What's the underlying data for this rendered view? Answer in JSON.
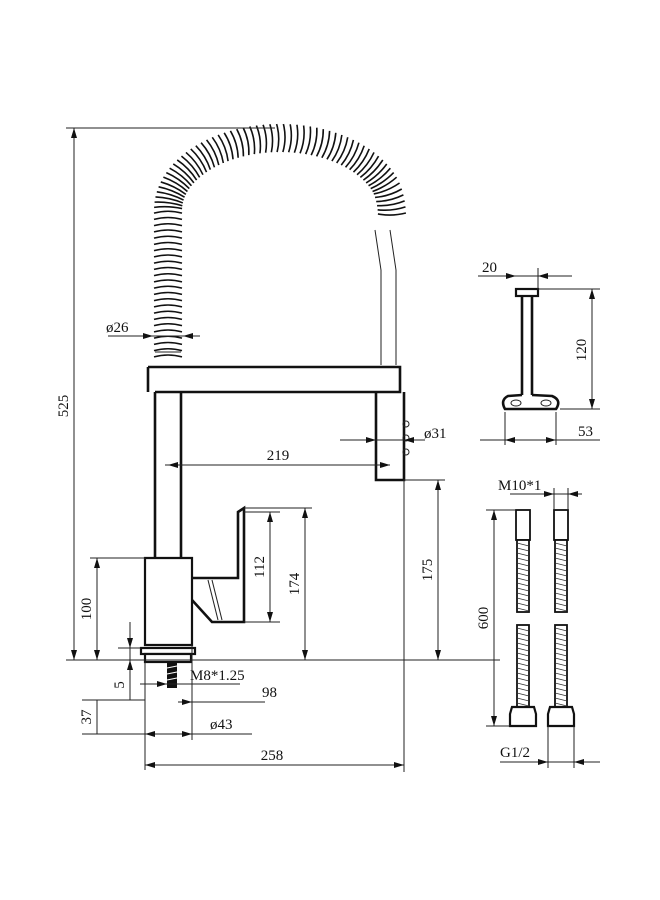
{
  "dimensions": {
    "total_height": "525",
    "hose_diameter": "ø26",
    "spout_reach": "219",
    "spray_head_diameter": "ø31",
    "lever_height": "112",
    "handle_body_height": "174",
    "spout_outlet_height": "175",
    "body_height": "100",
    "collar_height": "5",
    "thread": "M8*1.25",
    "body_offset": "98",
    "base_depth": "37",
    "base_diameter": "ø43",
    "total_width": "258"
  },
  "fixing_bracket": {
    "width": "20",
    "height": "120",
    "length": "53"
  },
  "supply_hoses": {
    "thread_top": "M10*1",
    "length": "600",
    "thread_bottom": "G1/2"
  },
  "line_color": "#111111",
  "background": "#ffffff"
}
